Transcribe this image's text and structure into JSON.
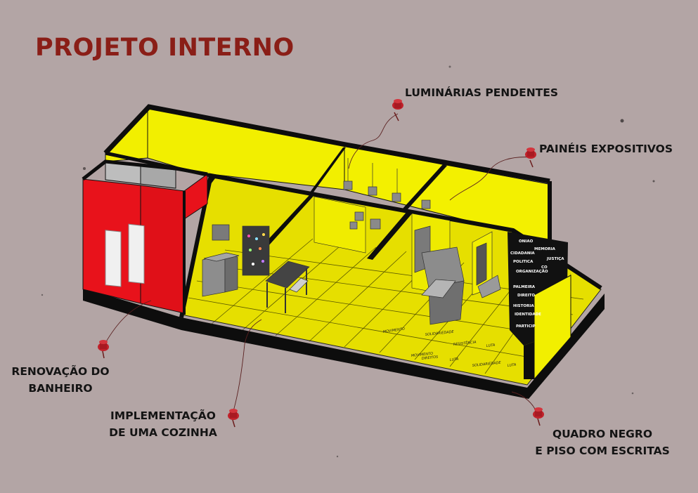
{
  "title": "PROJETO INTERNO",
  "labels": {
    "luminarias": "LUMINÁRIAS PENDENTES",
    "paineis": "PAINÉIS EXPOSITIVOS",
    "banheiro_l1": "RENOVAÇÃO DO",
    "banheiro_l2": "BANHEIRO",
    "cozinha_l1": "IMPLEMENTAÇÃO",
    "cozinha_l2": "DE UMA COZINHA",
    "quadro_l1": "QUADRO NEGRO",
    "quadro_l2": "E PISO COM ESCRITAS"
  },
  "blackboard_words": [
    "ONIAO",
    "MEMORIA",
    "CIDADANIA",
    "JUSTIÇA",
    "POLITICA",
    "CO",
    "ORGANIZAÇÃO",
    "PALMEIRA",
    "DIREITO",
    "HISTORIA",
    "IDENTIDADE",
    "PARTICIP"
  ],
  "floor_words": [
    "MOVIMENTO",
    "SOLIDARIEDADE",
    "RESISTÊNCIA",
    "LUTA",
    "DIREITOS",
    "MOVIMENTO",
    "LUTA",
    "SOLIDARIEDADE",
    "LUTA"
  ],
  "colors": {
    "background": "#b3a5a5",
    "title": "#8a1e17",
    "wall_yellow": "#f2ef00",
    "floor_yellow": "#e9e300",
    "bathroom_red": "#e8121b",
    "pin_red": "#c0212a",
    "blackboard": "#111111"
  }
}
